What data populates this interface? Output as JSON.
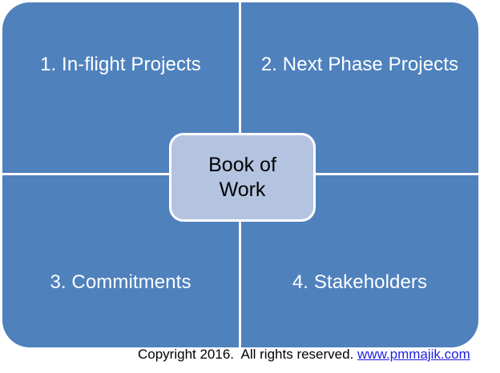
{
  "diagram": {
    "title": "Book of Work",
    "center": {
      "line1": "Book of",
      "line2": "Work"
    },
    "quadrants": [
      {
        "label": "1. In-flight Projects"
      },
      {
        "label": "2. Next Phase Projects"
      },
      {
        "label": "3. Commitments"
      },
      {
        "label": "4. Stakeholders"
      }
    ],
    "colors": {
      "quadrant": "#4f81bd",
      "center": "#b4c4e0",
      "divider": "#ffffff",
      "link": "#1f1fe0"
    }
  },
  "footer": {
    "copyright": "Copyright 2016.  All rights reserved. ",
    "link_text": "www.pmmajik.com"
  }
}
